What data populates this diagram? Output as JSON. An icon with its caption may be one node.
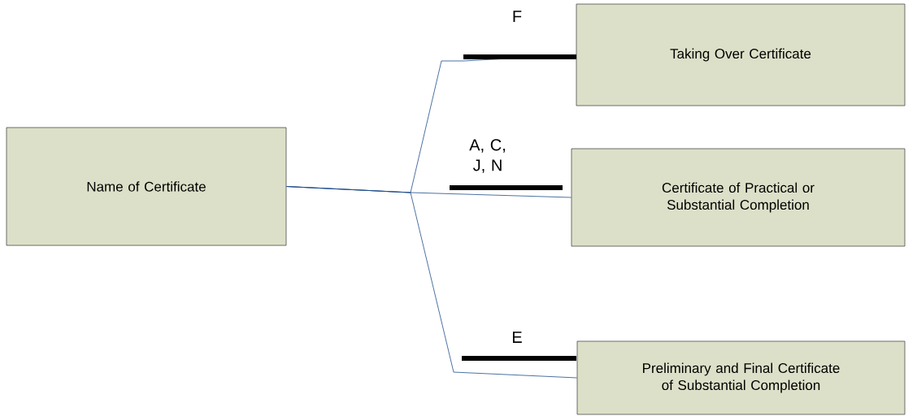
{
  "diagram": {
    "nodes": [
      {
        "text": [
          "Name of Certificate"
        ]
      },
      {
        "text": [
          "Taking Over Certificate"
        ]
      },
      {
        "text": [
          "Certificate of Practical or Substantial Completion"
        ]
      },
      {
        "text": [
          "Preliminary and Final Certificate of Substantial Completion"
        ]
      }
    ],
    "edges": [
      {
        "from": 0,
        "to": 1,
        "arrow": "none",
        "label": "F"
      },
      {
        "from": 0,
        "to": 2,
        "arrow": "none",
        "label": "A, C, J, N"
      },
      {
        "from": 0,
        "to": 3,
        "arrow": "none",
        "label": "E"
      }
    ]
  }
}
